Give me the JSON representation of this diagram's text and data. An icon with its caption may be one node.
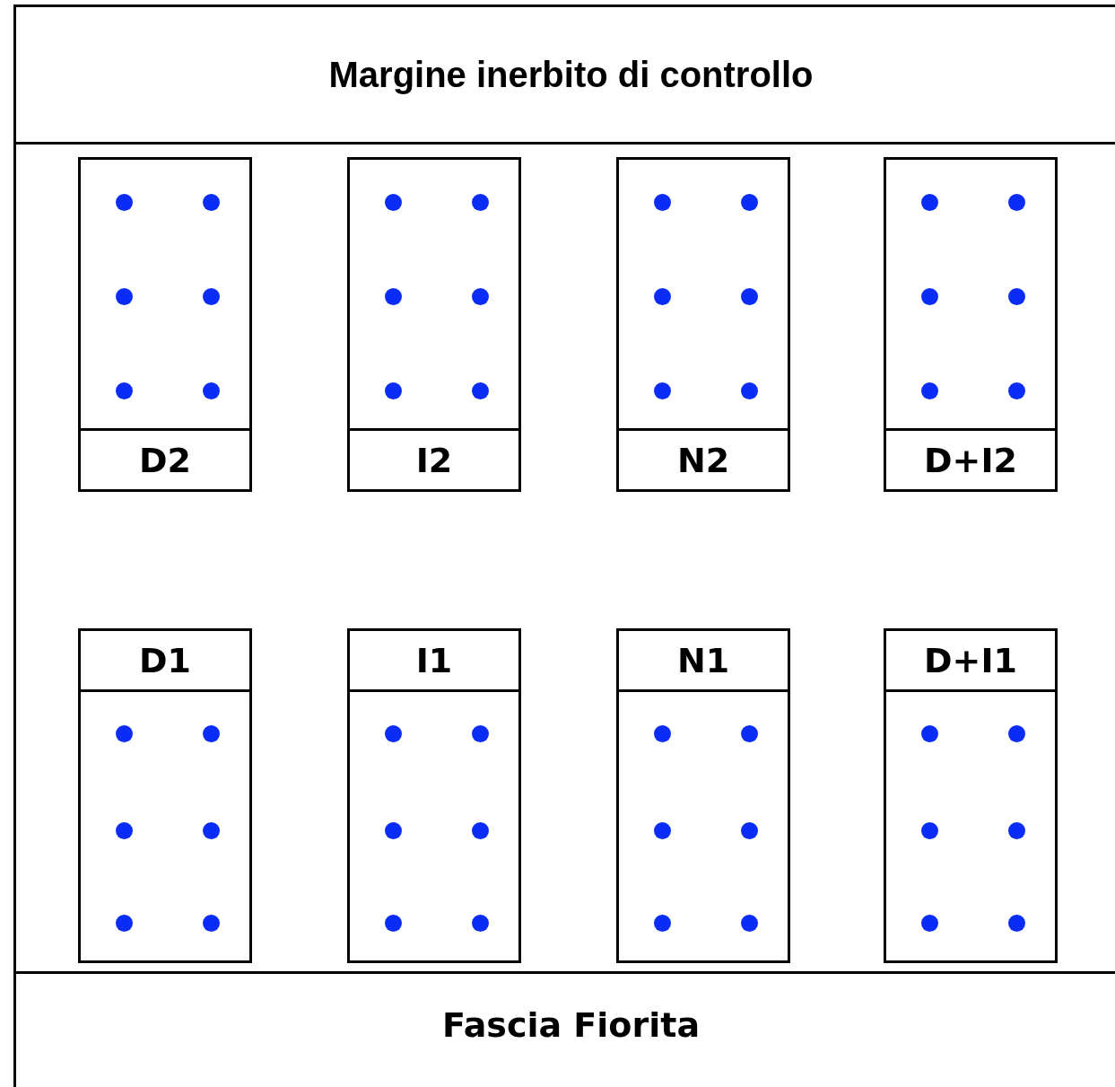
{
  "diagram": {
    "nodes": [
      {
        "text": [
          "Margine inerbito di controllo"
        ]
      },
      {
        "text": [
          "D2"
        ]
      },
      {
        "text": [
          "I2"
        ]
      },
      {
        "text": [
          "N2"
        ]
      },
      {
        "text": [
          "D+I2"
        ]
      },
      {
        "text": [
          "D1"
        ]
      },
      {
        "text": [
          "I1"
        ]
      },
      {
        "text": [
          "N1"
        ]
      },
      {
        "text": [
          "D+I1"
        ]
      },
      {
        "text": [
          "Fascia Fiorita"
        ]
      }
    ],
    "edges": []
  }
}
